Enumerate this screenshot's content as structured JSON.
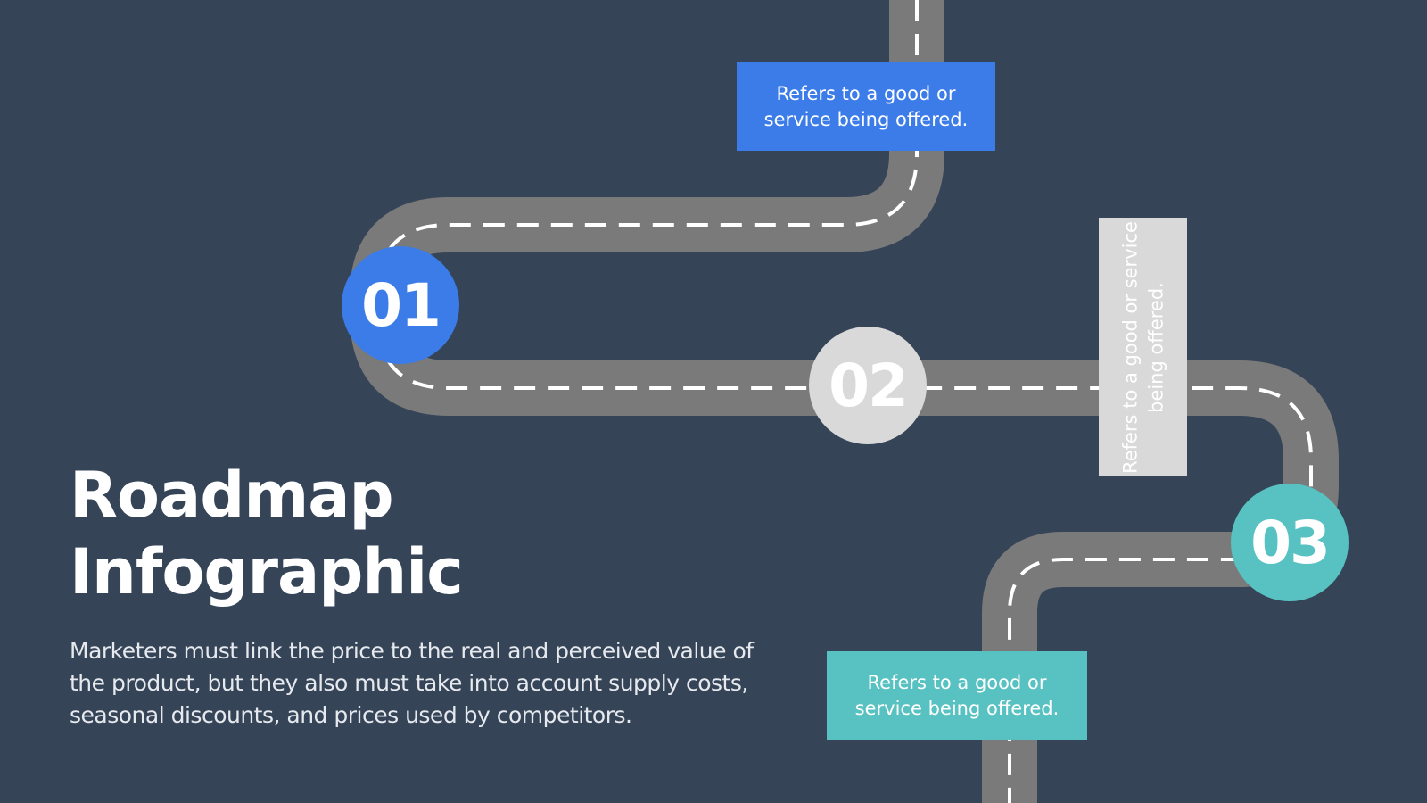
{
  "title": {
    "line1": "Roadmap",
    "line2": "Infographic"
  },
  "description": "Marketers must link the price to the real and perceived value of the product, but they also must take into account supply costs, seasonal discounts, and prices used by competitors.",
  "steps": [
    {
      "number": "01",
      "label": "Refers to a good or service being offered.",
      "color": "#3b7ce8"
    },
    {
      "number": "02",
      "label": "Refers to a good or service being offered.",
      "color": "#d9d9d9"
    },
    {
      "number": "03",
      "label": "Refers to a good or service being offered.",
      "color": "#58c1c1"
    }
  ],
  "colors": {
    "background": "#354457",
    "road": "#7a7a7a",
    "road_dash": "#ffffff"
  }
}
